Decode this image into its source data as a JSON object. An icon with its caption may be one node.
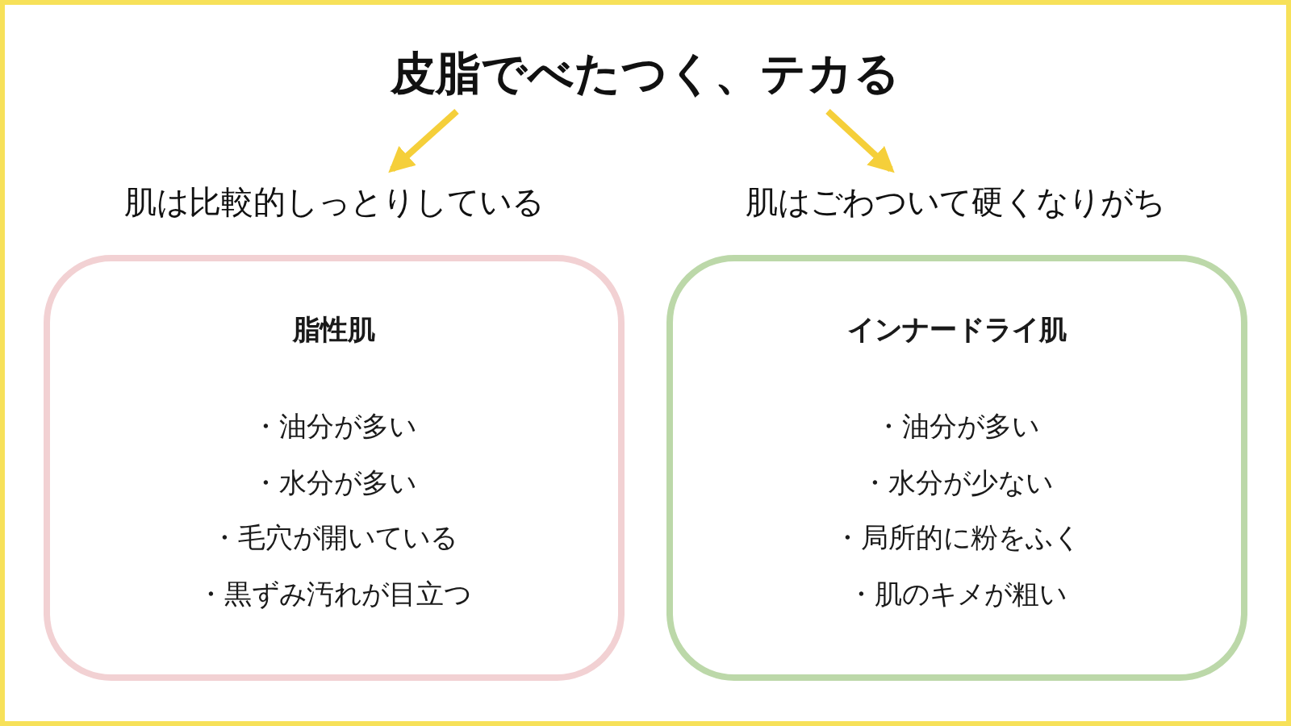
{
  "diagram": {
    "nodes": [
      {
        "text": [
          "皮脂でべたつく、テカる"
        ]
      },
      {
        "text": [
          "肌は比較的しっとりしている"
        ]
      },
      {
        "text": [
          "肌はごわついて硬くなりがち"
        ]
      },
      {
        "text": [
          "脂性肌",
          "・油分が多い",
          "・水分が多い",
          "・毛穴が開いている",
          "・黒ずみ汚れが目立つ"
        ]
      },
      {
        "text": [
          "インナードライ肌",
          "・油分が多い",
          "・水分が少ない",
          "・局所的に粉をふく",
          "・肌のキメが粗い"
        ]
      }
    ],
    "edges": [
      {
        "from": 0,
        "to": 1,
        "arrow": "to"
      },
      {
        "from": 0,
        "to": 2,
        "arrow": "to"
      }
    ]
  }
}
